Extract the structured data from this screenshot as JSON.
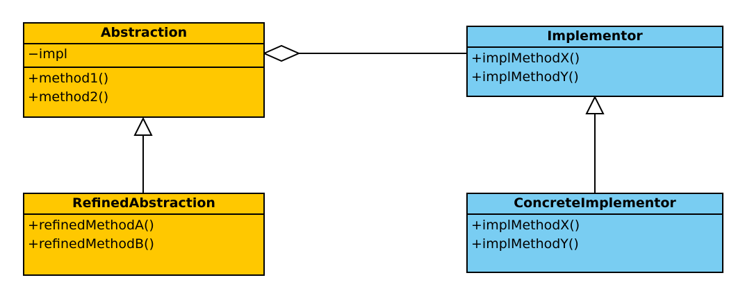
{
  "colors": {
    "abstraction_fill": "#FFC800",
    "implementor_fill": "#79CDF2",
    "stroke": "#000000"
  },
  "classes": {
    "abstraction": {
      "name": "Abstraction",
      "attributes": [
        "−impl"
      ],
      "methods": [
        "+method1()",
        "+method2()"
      ]
    },
    "refined_abstraction": {
      "name": "RefinedAbstraction",
      "methods": [
        "+refinedMethodA()",
        "+refinedMethodB()"
      ]
    },
    "implementor": {
      "name": "Implementor",
      "methods": [
        "+implMethodX()",
        "+implMethodY()"
      ]
    },
    "concrete_implementor": {
      "name": "ConcreteImplementor",
      "methods": [
        "+implMethodX()",
        "+implMethodY()"
      ]
    }
  },
  "relationships": [
    {
      "type": "aggregation",
      "from": "abstraction",
      "to": "implementor"
    },
    {
      "type": "generalization",
      "from": "refined_abstraction",
      "to": "abstraction"
    },
    {
      "type": "generalization",
      "from": "concrete_implementor",
      "to": "implementor"
    }
  ]
}
